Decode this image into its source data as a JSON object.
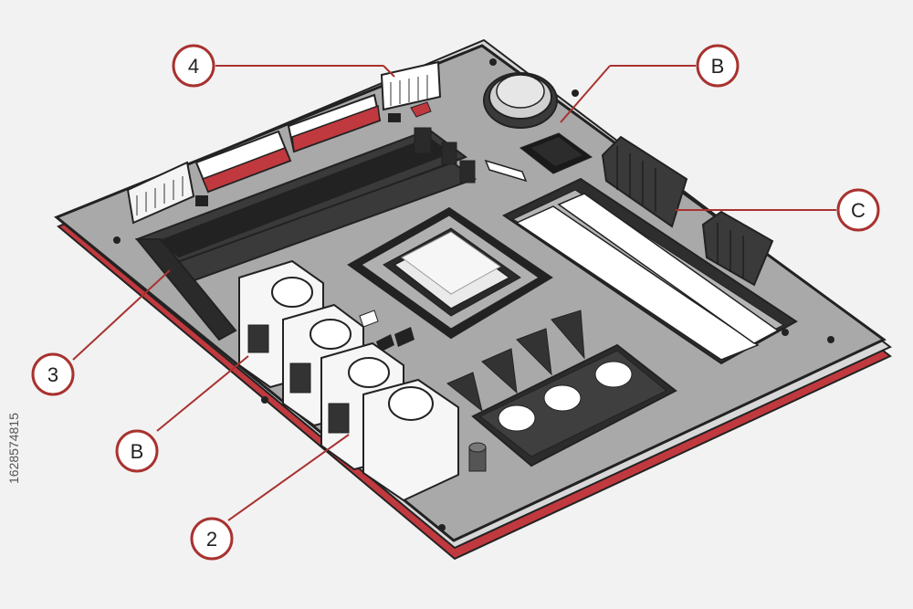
{
  "diagram": {
    "subject": "motherboard",
    "accent_color": "#c0393e",
    "board_color": "#a9a9a9",
    "callouts": [
      {
        "id": "label-4",
        "text": "4"
      },
      {
        "id": "label-b-top",
        "text": "B"
      },
      {
        "id": "label-c",
        "text": "C"
      },
      {
        "id": "label-3",
        "text": "3"
      },
      {
        "id": "label-b-bottom",
        "text": "B"
      },
      {
        "id": "label-2",
        "text": "2"
      }
    ]
  },
  "watermark": {
    "side_id": "1628574815"
  }
}
